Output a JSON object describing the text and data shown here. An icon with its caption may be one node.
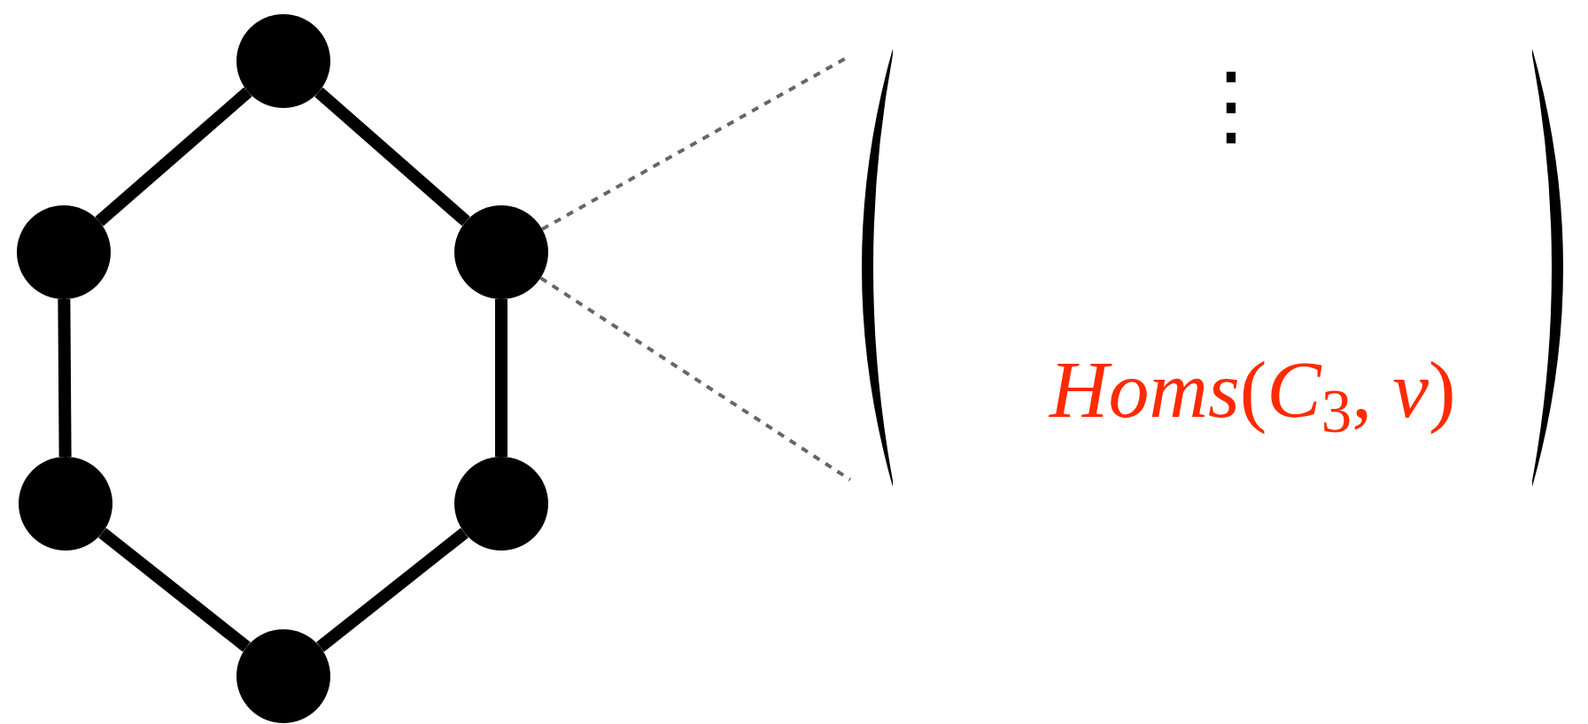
{
  "diagram": {
    "nodes": [
      {
        "text": [],
        "shape": "circle"
      },
      {
        "text": [],
        "shape": "circle"
      },
      {
        "text": [],
        "shape": "circle"
      },
      {
        "text": [],
        "shape": "circle"
      },
      {
        "text": [],
        "shape": "circle"
      },
      {
        "text": [],
        "shape": "circle"
      },
      {
        "text": [
          "⋮",
          "*Homs*(*C*$_{3}$, *v*)"
        ]
      }
    ],
    "edges": [
      {
        "from": 0,
        "to": 1,
        "arrow": "none"
      },
      {
        "from": 0,
        "to": 2,
        "arrow": "none"
      },
      {
        "from": 1,
        "to": 3,
        "arrow": "none"
      },
      {
        "from": 2,
        "to": 4,
        "arrow": "none"
      },
      {
        "from": 3,
        "to": 5,
        "arrow": "none"
      },
      {
        "from": 4,
        "to": 5,
        "arrow": "none"
      },
      {
        "from": 2,
        "to": 6,
        "arrow": "none",
        "style": "dashed",
        "color": "#666666"
      },
      {
        "from": 2,
        "to": 6,
        "arrow": "none",
        "style": "dashed",
        "color": "#666666"
      }
    ]
  }
}
